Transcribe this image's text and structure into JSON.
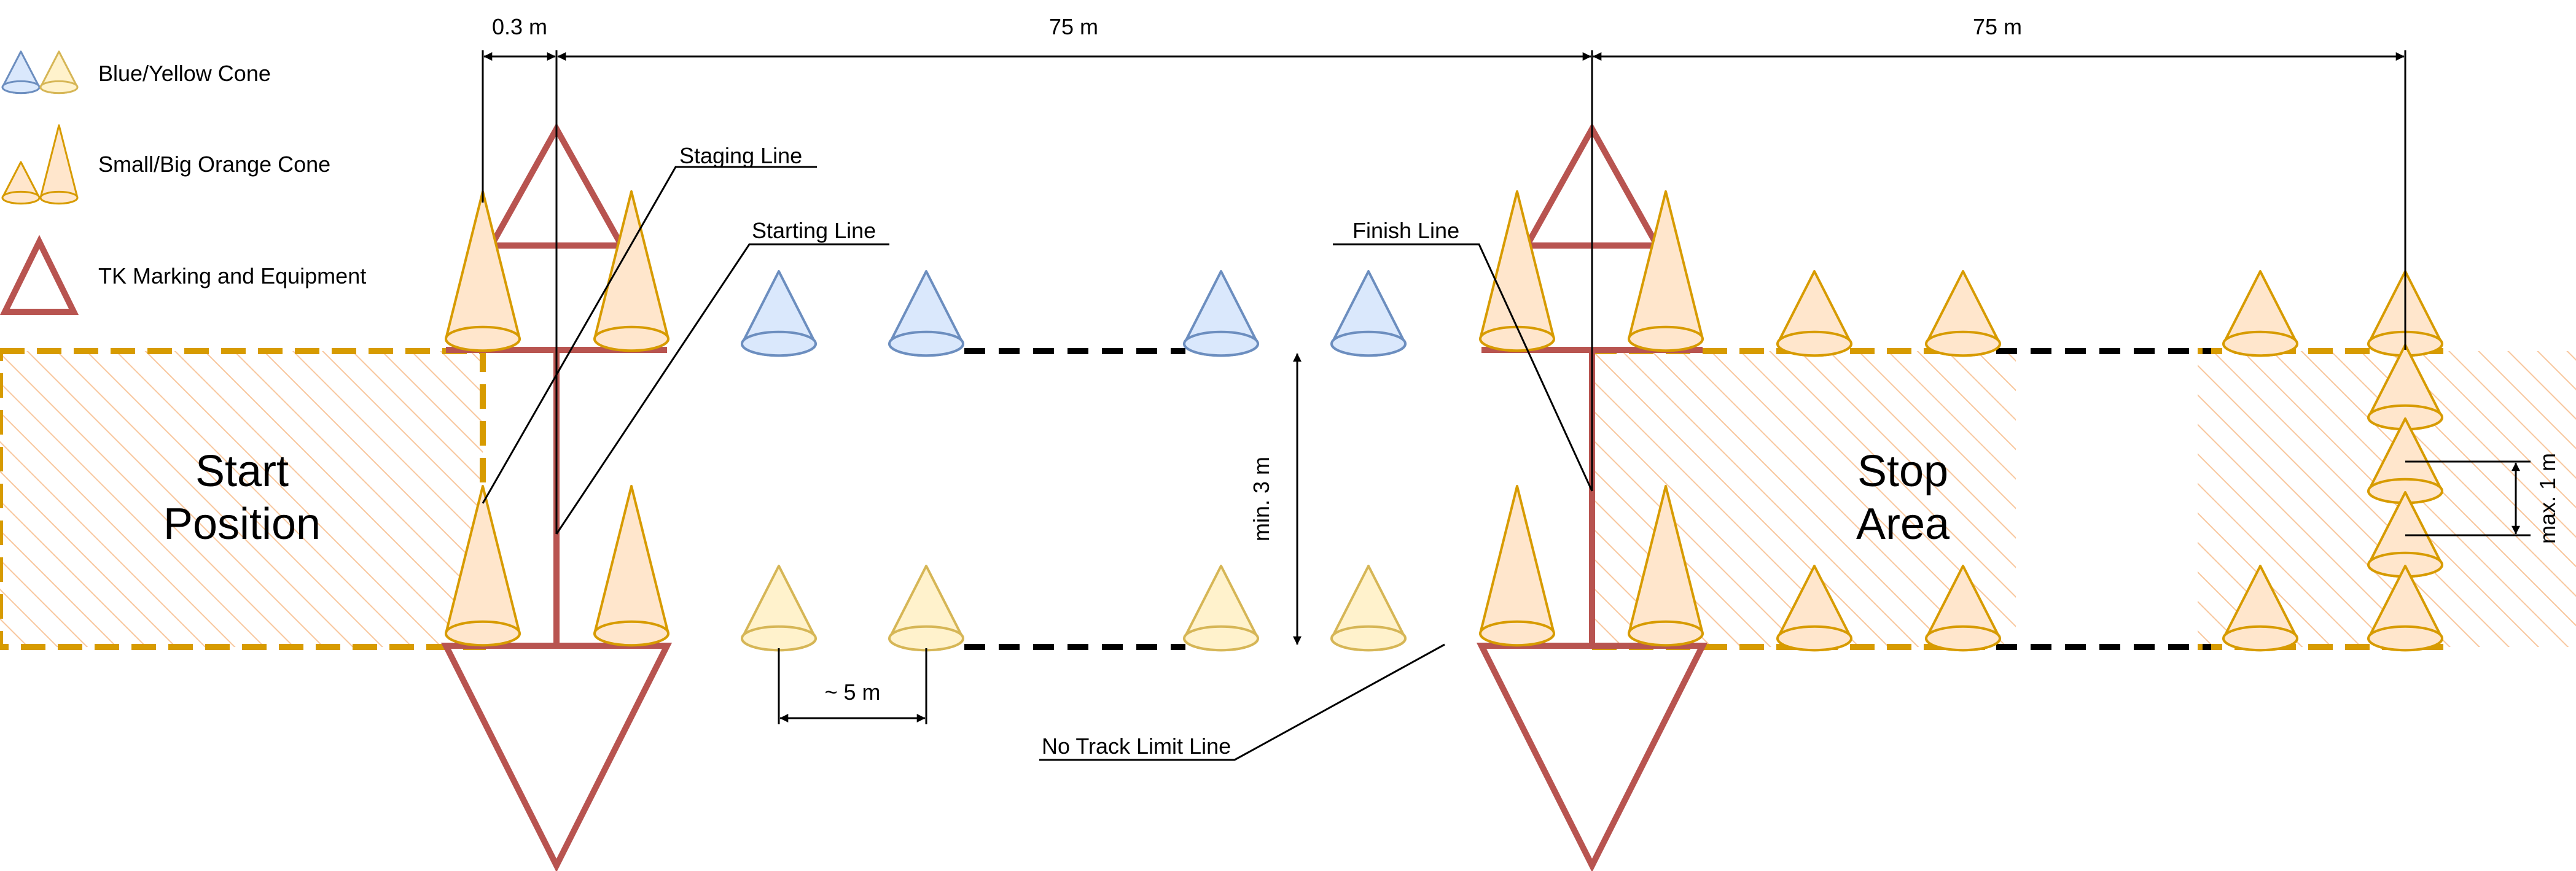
{
  "legend": {
    "blue_yellow_cone": "Blue/Yellow Cone",
    "orange_cone": "Small/Big Orange Cone",
    "tk_marking": "TK Marking and Equipment"
  },
  "areas": {
    "start_line1": "Start",
    "start_line2": "Position",
    "stop_line1": "Stop",
    "stop_line2": "Area"
  },
  "callouts": {
    "staging": "Staging Line",
    "starting": "Starting Line",
    "finish": "Finish Line",
    "no_track_limit": "No Track Limit Line"
  },
  "dimensions": {
    "gap": "0.3 m",
    "first_section": "75 m",
    "second_section": "75 m",
    "track_width": "min. 3 m",
    "cone_spacing": "~ 5 m",
    "stop_cone_spacing": "max. 1 m"
  },
  "colors": {
    "blue_fill": "#dae8fc",
    "blue_stroke": "#6c8ebf",
    "yellow_fill": "#fff2cc",
    "yellow_stroke": "#d6b656",
    "orange_fill": "#ffe6cc",
    "orange_stroke": "#d79b00",
    "tk_red": "#b85450",
    "zone_stroke": "#d79b00"
  }
}
